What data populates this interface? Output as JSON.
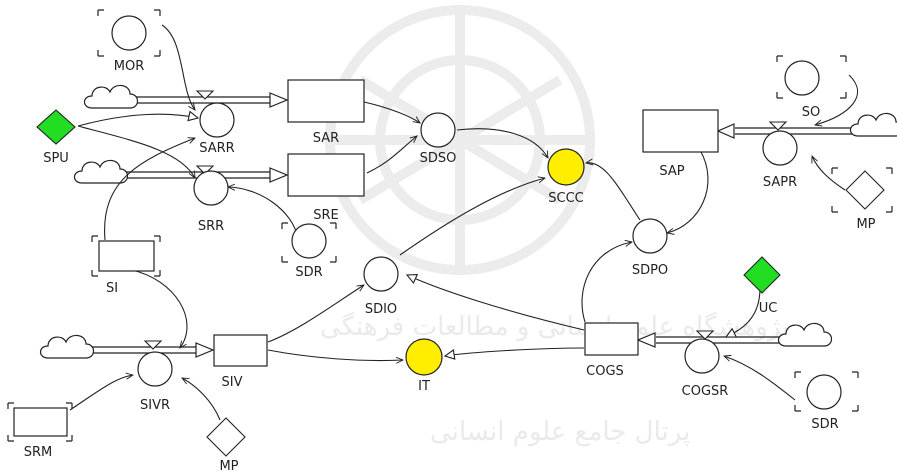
{
  "diagram": {
    "colors": {
      "line": "#222222",
      "diamond_green": "#22dd22",
      "circle_yellow": "#ffee00",
      "watermark": "#e8e8e8"
    },
    "labels": {
      "mor": "MOR",
      "sarr": "SARR",
      "spu": "SPU",
      "sar": "SAR",
      "sdso": "SDSO",
      "srr": "SRR",
      "sre": "SRE",
      "sdr_top": "SDR",
      "sccc": "SCCC",
      "sap": "SAP",
      "so": "SO",
      "sapr": "SAPR",
      "mp_right": "MP",
      "sdpo": "SDPO",
      "si": "SI",
      "sdio": "SDIO",
      "uc": "UC",
      "siv": "SIV",
      "it": "IT",
      "cogs": "COGS",
      "cogsr": "COGSR",
      "sivr": "SIVR",
      "srm": "SRM",
      "sdr_bottom": "SDR",
      "mp_bottom": "MP"
    },
    "icons": {
      "cloud": "cloud-icon",
      "valve": "valve-icon",
      "shadow_marker": "bracket-corner-icon"
    }
  }
}
